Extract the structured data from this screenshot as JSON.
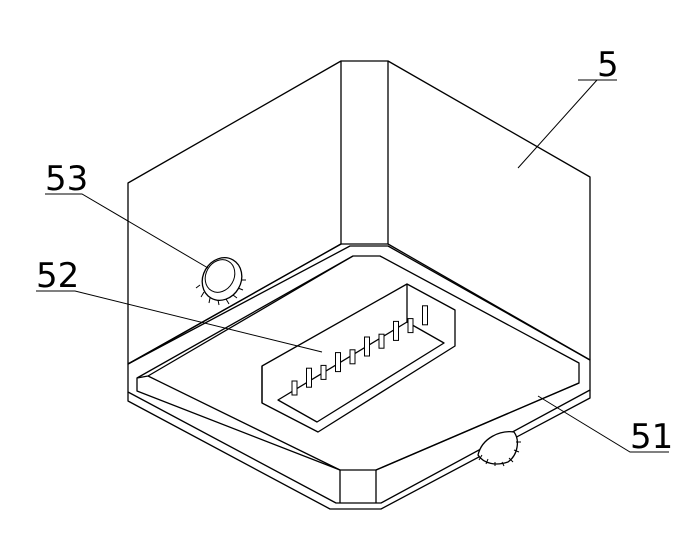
{
  "figure": {
    "labels": {
      "body": "5",
      "base_tray": "51",
      "comb_slot": "52",
      "knob": "53"
    }
  },
  "colors": {
    "line": "#000000",
    "background": "#ffffff"
  }
}
